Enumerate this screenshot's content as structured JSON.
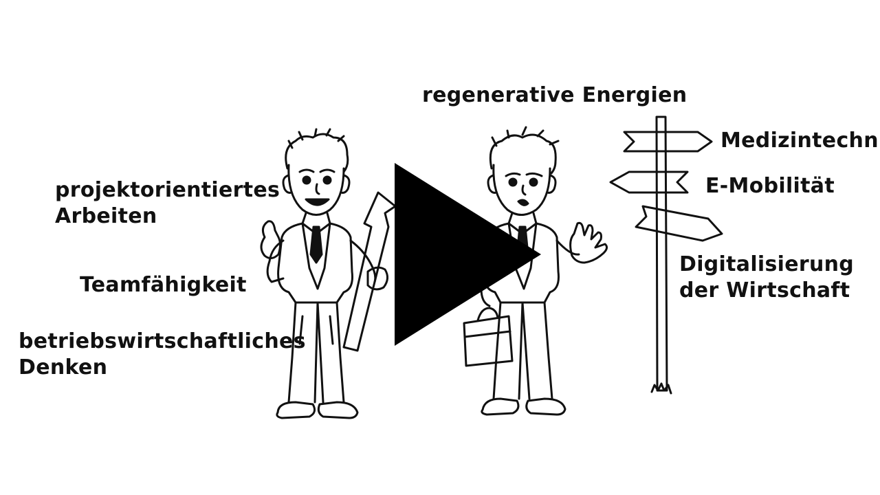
{
  "video": {
    "labels": {
      "projektorientiertes_line1": "projektorientiertes",
      "projektorientiertes_line2": "Arbeiten",
      "teamfaehigkeit": "Teamfähigkeit",
      "betriebswirtschaftliches_line1": "betriebswirtschaftliches",
      "betriebswirtschaftliches_line2": "Denken",
      "regenerative": "regenerative Energien",
      "medizintechnik": "Medizintechnik",
      "emobilitaet": "E-Mobilität",
      "digitalisierung_line1": "Digitalisierung",
      "digitalisierung_line2": "der Wirtschaft"
    },
    "play_button_icon": "play-icon",
    "colors": {
      "ink": "#111111",
      "background": "#ffffff",
      "play": "#000000"
    }
  }
}
